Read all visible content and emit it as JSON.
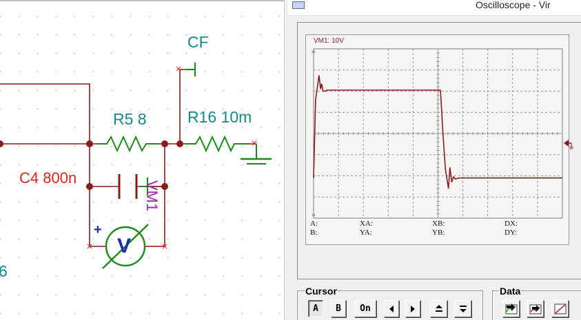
{
  "schematic": {
    "labels": {
      "cf": "CF",
      "r5": "R5 8",
      "r16": "R16 10m",
      "c4": "C4 800n",
      "vm1": "VM1",
      "meter_symbol": "V",
      "meter_plus": "+",
      "cut_label": "6"
    },
    "colors": {
      "wire": "#8b1a1a",
      "component": "#1a8a1a",
      "label_teal": "#138a8a",
      "label_red": "#e2231a",
      "label_purple": "#9b2aa0"
    }
  },
  "oscilloscope": {
    "title": "Oscilloscope - Vir",
    "channel_label": "VM1: 10V",
    "measurements": {
      "a": "A:",
      "b": "B:",
      "xa": "XA:",
      "ya": "YA:",
      "xb": "XB:",
      "yb": "YB:",
      "dx": "DX:",
      "dy": "DY:"
    },
    "cursor_group": {
      "label": "Cursor",
      "buttons": {
        "a": "A",
        "b": "B",
        "on": "On"
      }
    },
    "data_group": {
      "label": "Data"
    },
    "trace_color": "#8b1a1a"
  },
  "chart_data": {
    "type": "line",
    "title": "",
    "xlabel": "",
    "ylabel": "",
    "grid": true,
    "x_divisions": 10,
    "y_divisions": 8,
    "series": [
      {
        "x": [
          0,
          0.08,
          0.22,
          0.28,
          0.32,
          0.38,
          0.45,
          0.55,
          1.0,
          2.0,
          3.0,
          4.0,
          5.1,
          5.2,
          5.3,
          5.42,
          5.48,
          5.55,
          5.62,
          5.7,
          5.85,
          7.0,
          8.5,
          10.0
        ],
        "y": [
          -2.1,
          1.6,
          2.75,
          2.1,
          2.35,
          2.0,
          2.0,
          2.05,
          2.05,
          2.05,
          2.05,
          2.05,
          2.05,
          0.0,
          -1.7,
          -2.6,
          -1.6,
          -2.3,
          -2.05,
          -2.15,
          -2.1,
          -2.1,
          -2.1,
          -2.1
        ]
      }
    ],
    "xlim": [
      0,
      10
    ],
    "ylim": [
      -4,
      4
    ]
  }
}
